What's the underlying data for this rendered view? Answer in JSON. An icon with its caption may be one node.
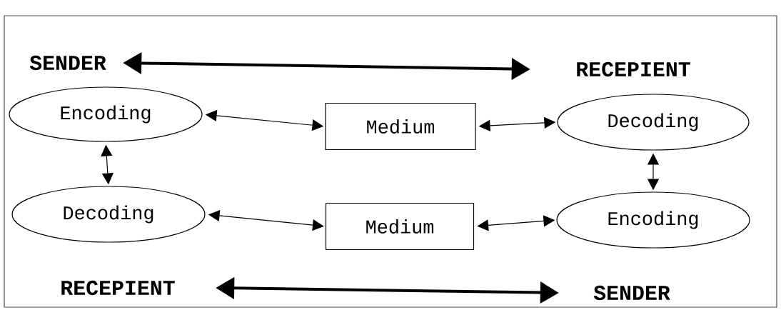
{
  "diagram": {
    "nodes": [
      {
        "text": [
          "SENDER"
        ]
      },
      {
        "text": [
          "RECEPIENT"
        ]
      },
      {
        "text": [
          "Encoding"
        ]
      },
      {
        "text": [
          "Medium"
        ]
      },
      {
        "text": [
          "Decoding"
        ]
      },
      {
        "text": [
          "Decoding"
        ]
      },
      {
        "text": [
          "Medium"
        ]
      },
      {
        "text": [
          "Encoding"
        ]
      },
      {
        "text": [
          "RECEPIENT"
        ]
      },
      {
        "text": [
          "SENDER"
        ]
      }
    ],
    "edges": [
      {
        "from": 0,
        "to": 1,
        "arrow": "both",
        "style": "thick"
      },
      {
        "from": 2,
        "to": 3,
        "arrow": "both"
      },
      {
        "from": 3,
        "to": 4,
        "arrow": "both"
      },
      {
        "from": 2,
        "to": 5,
        "arrow": "both"
      },
      {
        "from": 4,
        "to": 7,
        "arrow": "both"
      },
      {
        "from": 5,
        "to": 6,
        "arrow": "both"
      },
      {
        "from": 6,
        "to": 7,
        "arrow": "both"
      },
      {
        "from": 8,
        "to": 9,
        "arrow": "both",
        "style": "thick"
      }
    ]
  }
}
